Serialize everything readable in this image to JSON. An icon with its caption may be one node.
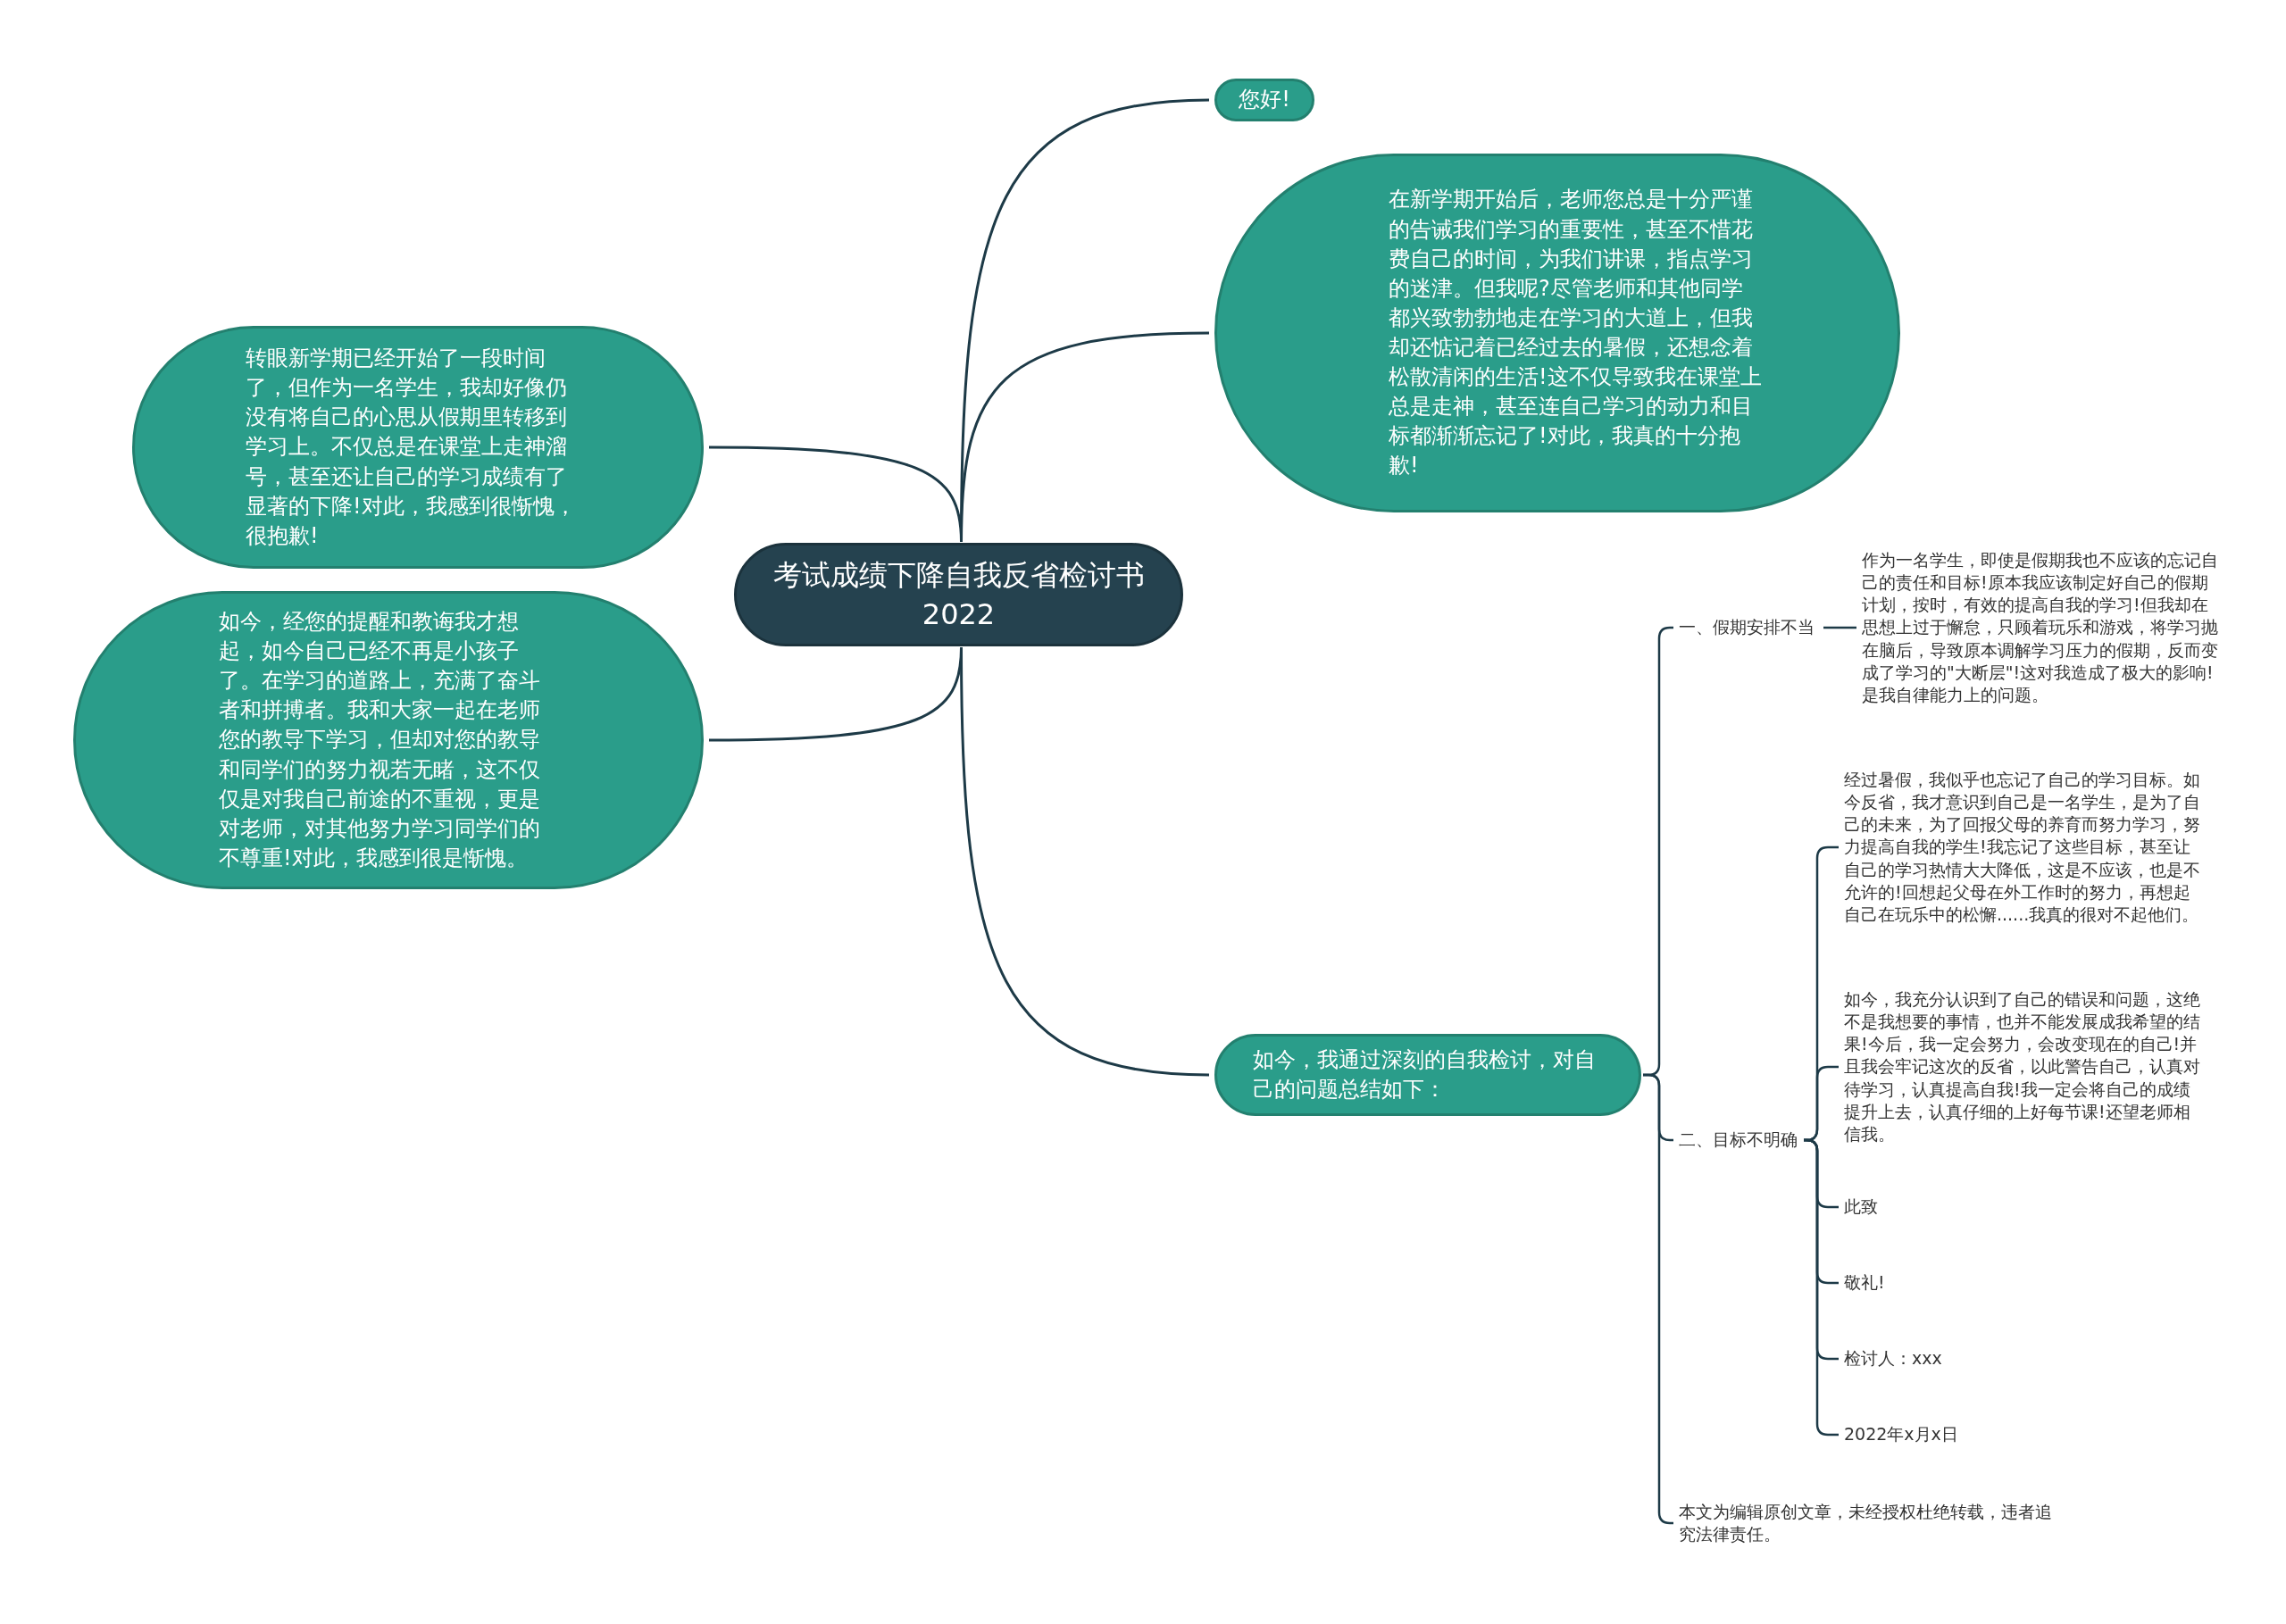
{
  "diagram": {
    "nodes": [
      {
        "text": [
          "考试成绩下降自我反省检讨书2022"
        ]
      },
      {
        "text": [
          "您好!"
        ]
      },
      {
        "text": [
          "在新学期开始后，老师您总是十分严谨的告诫我们学习的重要性，甚至不惜花费自己的时间，为我们讲课，指点学习的迷津。但我呢?尽管老师和其他同学都兴致勃勃地走在学习的大道上，但我却还惦记着已经过去的暑假，还想念着松散清闲的生活!这不仅导致我在课堂上总是走神，甚至连自己学习的动力和目标都渐渐忘记了!对此，我真的十分抱歉!"
        ]
      },
      {
        "text": [
          "转眼新学期已经开始了一段时间了，但作为一名学生，我却好像仍没有将自己的心思从假期里转移到学习上。不仅总是在课堂上走神溜号，甚至还让自己的学习成绩有了显著的下降!对此，我感到很惭愧，很抱歉!"
        ]
      },
      {
        "text": [
          "如今，经您的提醒和教诲我才想起，如今自己已经不再是小孩子了。在学习的道路上，充满了奋斗者和拼搏者。我和大家一起在老师您的教导下学习，但却对您的教导和同学们的努力视若无睹，这不仅仅是对我自己前途的不重视，更是对老师，对其他努力学习同学们的不尊重!对此，我感到很是惭愧。"
        ]
      },
      {
        "text": [
          "如今，我通过深刻的自我检讨，对自己的问题总结如下："
        ]
      },
      {
        "text": [
          "一、假期安排不当"
        ]
      },
      {
        "text": [
          "作为一名学生，即使是假期我也不应该的忘记自己的责任和目标!原本我应该制定好自己的假期计划，按时，有效的提高自我的学习!但我却在思想上过于懈怠，只顾着玩乐和游戏，将学习抛在脑后，导致原本调解学习压力的假期，反而变成了学习的\"大断层\"!这对我造成了极大的影响!是我自律能力上的问题。"
        ]
      },
      {
        "text": [
          "二、目标不明确"
        ]
      },
      {
        "text": [
          "经过暑假，我似乎也忘记了自己的学习目标。如今反省，我才意识到自己是一名学生，是为了自己的未来，为了回报父母的养育而努力学习，努力提高自我的学生!我忘记了这些目标，甚至让自己的学习热情大大降低，这是不应该，也是不允许的!回想起父母在外工作时的努力，再想起自己在玩乐中的松懈......我真的很对不起他们。"
        ]
      },
      {
        "text": [
          "如今，我充分认识到了自己的错误和问题，这绝不是我想要的事情，也并不能发展成我希望的结果!今后，我一定会努力，会改变现在的自己!并且我会牢记这次的反省，以此警告自己，认真对待学习，认真提高自我!我一定会将自己的成绩提升上去，认真仔细的上好每节课!还望老师相信我。"
        ]
      },
      {
        "text": [
          "此致"
        ]
      },
      {
        "text": [
          "敬礼!"
        ]
      },
      {
        "text": [
          "检讨人：xxx"
        ]
      },
      {
        "text": [
          "2022年x月x日"
        ]
      },
      {
        "text": [
          "本文为编辑原创文章，未经授权杜绝转载，违者追究法律责任。"
        ]
      }
    ],
    "edges": [
      {
        "from": 0,
        "to": 1,
        "arrow": "none"
      },
      {
        "from": 0,
        "to": 2,
        "arrow": "none"
      },
      {
        "from": 0,
        "to": 3,
        "arrow": "none"
      },
      {
        "from": 0,
        "to": 4,
        "arrow": "none"
      },
      {
        "from": 0,
        "to": 5,
        "arrow": "none"
      },
      {
        "from": 5,
        "to": 6,
        "arrow": "none"
      },
      {
        "from": 5,
        "to": 8,
        "arrow": "none"
      },
      {
        "from": 5,
        "to": 15,
        "arrow": "none"
      },
      {
        "from": 6,
        "to": 7,
        "arrow": "none"
      },
      {
        "from": 8,
        "to": 9,
        "arrow": "none"
      },
      {
        "from": 8,
        "to": 10,
        "arrow": "none"
      },
      {
        "from": 8,
        "to": 11,
        "arrow": "none"
      },
      {
        "from": 8,
        "to": 12,
        "arrow": "none"
      },
      {
        "from": 8,
        "to": 13,
        "arrow": "none"
      },
      {
        "from": 8,
        "to": 14,
        "arrow": "none"
      }
    ]
  }
}
